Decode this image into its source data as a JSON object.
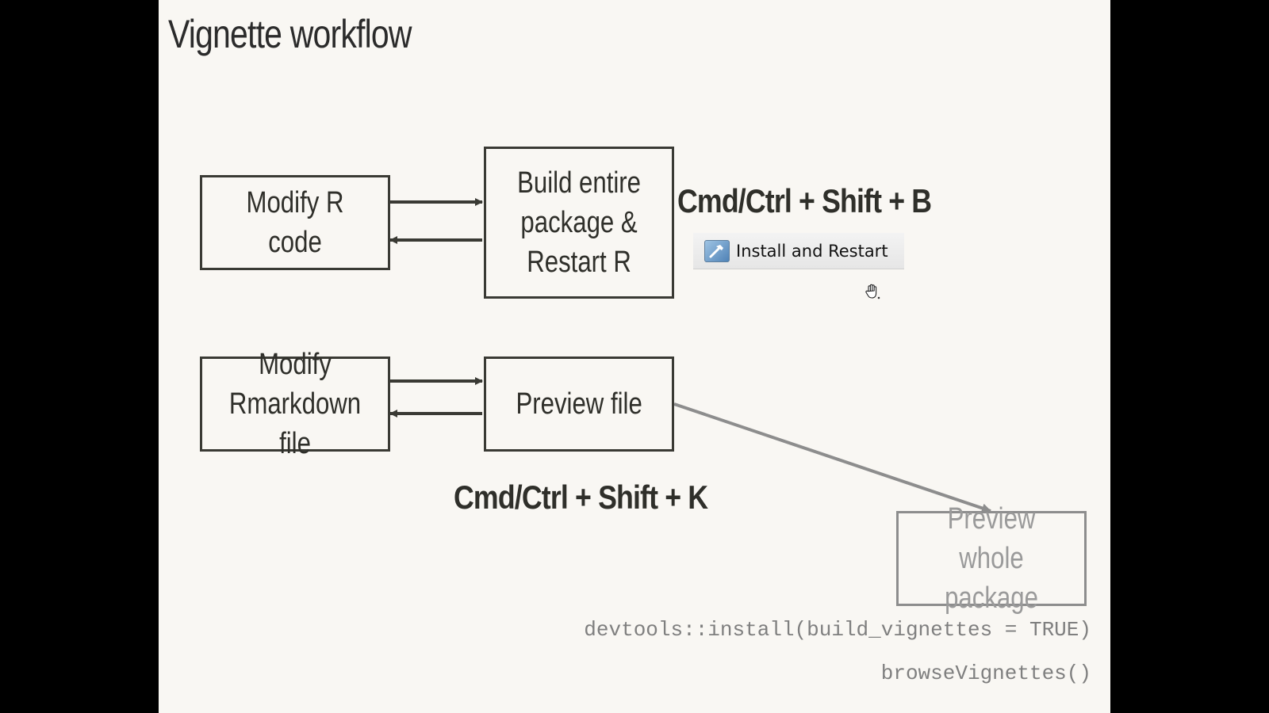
{
  "slide": {
    "title": "Vignette workflow"
  },
  "boxes": {
    "modify_r_code": "Modify R code",
    "build_package": [
      "Build entire",
      "package &",
      "Restart R"
    ],
    "modify_rmarkdown": [
      "Modify",
      "Rmarkdown file"
    ],
    "preview_file": "Preview file",
    "preview_whole_package": [
      "Preview whole",
      "package"
    ]
  },
  "shortcuts": {
    "build": "Cmd/Ctrl + Shift + B",
    "knit": "Cmd/Ctrl + Shift + K"
  },
  "toolbar": {
    "install_restart_label": "Install and Restart",
    "install_icon": "hammer-icon",
    "cursor_icon": "hand-cursor-icon"
  },
  "code": {
    "install": "devtools::install(build_vignettes = TRUE)",
    "browse": "browseVignettes()"
  },
  "colors": {
    "slide_background": "#f9f7f3",
    "outer_background": "#000000",
    "dark_stroke": "#3a3a34",
    "muted_stroke": "#8d8d8d",
    "code_text": "#7f7f7f"
  }
}
